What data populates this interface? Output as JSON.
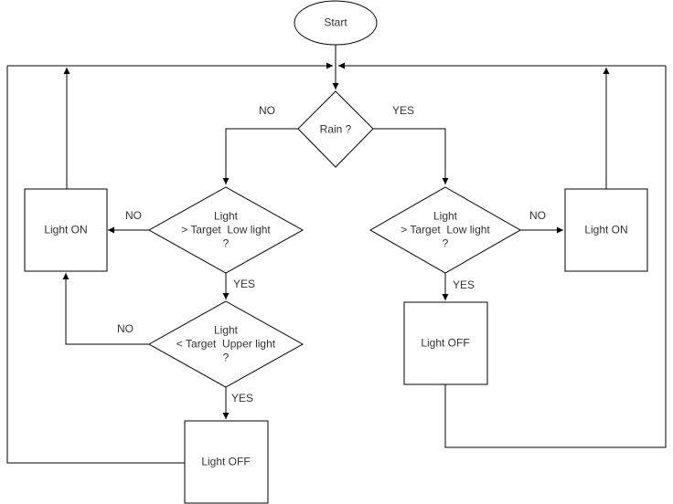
{
  "diagram": {
    "nodes": {
      "start": {
        "type": "terminator",
        "label": "Start"
      },
      "rain": {
        "type": "decision",
        "label": "Rain ?"
      },
      "left_low_light": {
        "type": "decision",
        "label": "Light\n> Target  Low light\n?"
      },
      "left_light_on": {
        "type": "process",
        "label": "Light ON"
      },
      "left_upper_light": {
        "type": "decision",
        "label": "Light\n< Target  Upper light\n?"
      },
      "left_light_off": {
        "type": "process",
        "label": "Light OFF"
      },
      "right_low_light": {
        "type": "decision",
        "label": "Light\n> Target  Low light\n?"
      },
      "right_light_on": {
        "type": "process",
        "label": "Light ON"
      },
      "right_light_off": {
        "type": "process",
        "label": "Light OFF"
      }
    },
    "edge_labels": {
      "rain_no": "NO",
      "rain_yes": "YES",
      "left_low_no": "NO",
      "left_low_yes": "YES",
      "left_upper_no": "NO",
      "left_upper_yes": "YES",
      "right_low_no": "NO",
      "right_low_yes": "YES"
    },
    "edges": [
      {
        "from": "start",
        "to": "rain",
        "label": ""
      },
      {
        "from": "rain",
        "to": "left_low_light",
        "label": "NO"
      },
      {
        "from": "rain",
        "to": "right_low_light",
        "label": "YES"
      },
      {
        "from": "left_low_light",
        "to": "left_light_on",
        "label": "NO"
      },
      {
        "from": "left_low_light",
        "to": "left_upper_light",
        "label": "YES"
      },
      {
        "from": "left_upper_light",
        "to": "left_light_on",
        "label": "NO"
      },
      {
        "from": "left_upper_light",
        "to": "left_light_off",
        "label": "YES"
      },
      {
        "from": "left_light_on",
        "to": "rain",
        "label": ""
      },
      {
        "from": "left_light_off",
        "to": "rain",
        "label": ""
      },
      {
        "from": "right_low_light",
        "to": "right_light_on",
        "label": "NO"
      },
      {
        "from": "right_low_light",
        "to": "right_light_off",
        "label": "YES"
      },
      {
        "from": "right_light_on",
        "to": "rain",
        "label": ""
      },
      {
        "from": "right_light_off",
        "to": "rain",
        "label": ""
      }
    ],
    "colors": {
      "stroke": "#000000",
      "text": "#333333",
      "background": "#ffffff"
    }
  }
}
